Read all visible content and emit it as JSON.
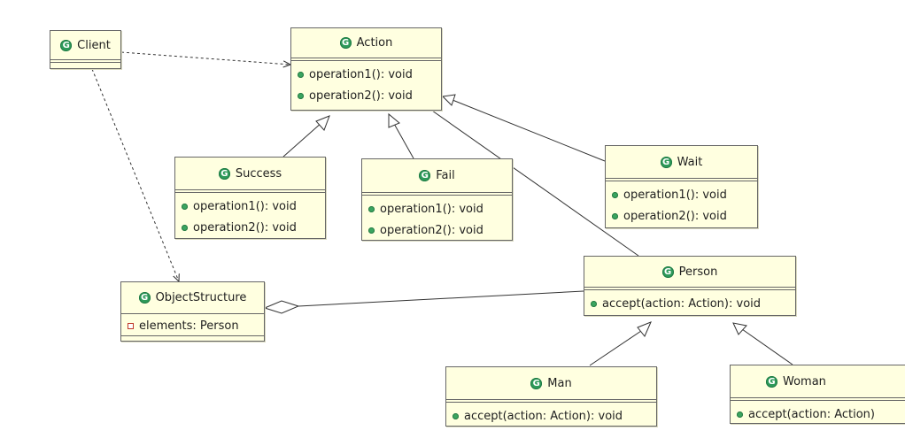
{
  "classes": {
    "client": {
      "name": "Client"
    },
    "action": {
      "name": "Action",
      "methods": [
        "operation1(): void",
        "operation2(): void"
      ]
    },
    "success": {
      "name": "Success",
      "methods": [
        "operation1(): void",
        "operation2(): void"
      ]
    },
    "fail": {
      "name": "Fail",
      "methods": [
        "operation1(): void",
        "operation2(): void"
      ]
    },
    "wait": {
      "name": "Wait",
      "methods": [
        "operation1(): void",
        "operation2(): void"
      ]
    },
    "person": {
      "name": "Person",
      "methods": [
        "accept(action: Action): void"
      ]
    },
    "objectstructure": {
      "name": "ObjectStructure",
      "fields": [
        "elements: Person"
      ]
    },
    "man": {
      "name": "Man",
      "methods": [
        "accept(action: Action): void"
      ]
    },
    "woman": {
      "name": "Woman",
      "methods": [
        "accept(action: Action)"
      ]
    }
  },
  "icons": {
    "class_icon_glyph": "G",
    "method_icon": "public-method-icon",
    "field_icon": "private-field-icon"
  },
  "colors": {
    "class_fill": "#ffffe0",
    "class_border": "#666666",
    "class_icon": "#2e9a5a",
    "method_icon": "#3aa560",
    "field_icon": "#c0392b",
    "connector": "#333333"
  }
}
